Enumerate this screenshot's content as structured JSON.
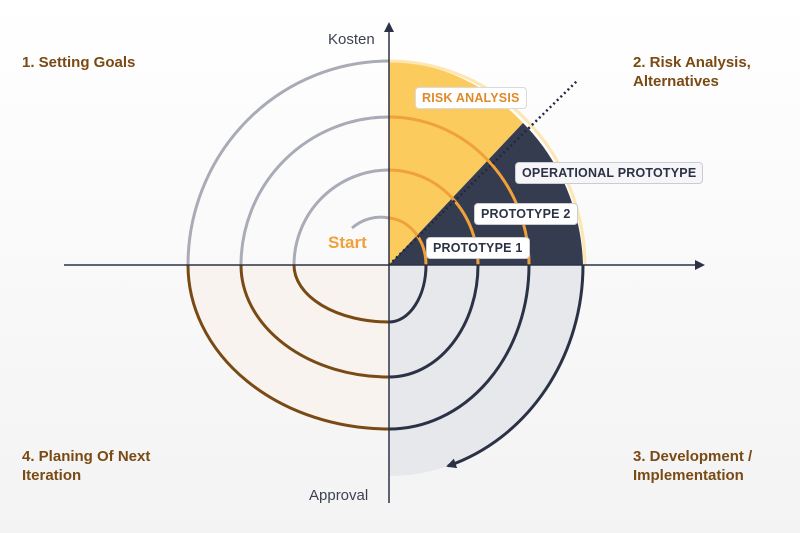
{
  "quadrants": {
    "top_left": [
      "1. Setting Goals"
    ],
    "top_right": [
      "2. Risk Analysis,",
      "Alternatives"
    ],
    "bottom_right": [
      "3. Development /",
      "Implementation"
    ],
    "bottom_left": [
      "4. Planing Of Next",
      "Iteration"
    ]
  },
  "axes": {
    "top": "Kosten",
    "bottom": "Approval"
  },
  "start_label": "Start",
  "regions": {
    "risk_analysis": "RISK ANALYSIS",
    "operational_prototype": "OPERATIONAL PROTOTYPE",
    "prototype_2": "PROTOTYPE 2",
    "prototype_1": "PROTOTYPE 1"
  },
  "colors": {
    "risk_fill": "#fccb5e",
    "prototype_fill": "#353c4f",
    "development_fill": "#e6e8ec",
    "planning_fill": "#f8f3ef",
    "ring_gray": "#a9acb6",
    "ring_orange": "#f0a139",
    "ring_brown": "#7a4a14",
    "ring_navy": "#2b3245",
    "heading_brown": "#7a4a14"
  }
}
